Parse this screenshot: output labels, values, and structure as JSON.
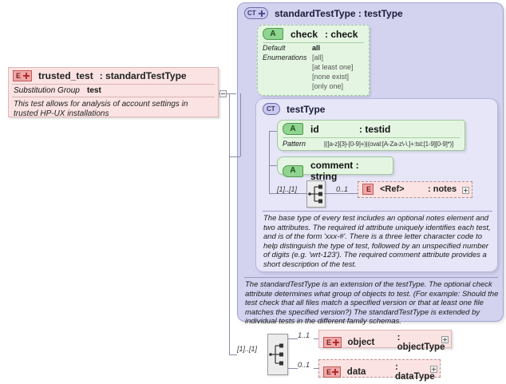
{
  "diagram": {
    "type": "xsd-schema-diagram",
    "root_element": {
      "icon": "element-plus-icon",
      "name": "trusted_test",
      "type": ": standardTestType",
      "rows": [
        {
          "label": "Substitution Group",
          "value": "test"
        }
      ],
      "description": "This test allows for analysis of account settings in trusted HP-UX installations"
    },
    "complex_type": {
      "icon": "complextype-plus-icon",
      "title": "standardTestType : testType",
      "attribute_check": {
        "icon": "attribute-icon",
        "name": "check",
        "type": ": check",
        "default_label": "Default",
        "default_value": "all",
        "enumerations_label": "Enumerations",
        "enumerations": [
          "[all]",
          "[at least one]",
          "[none exist]",
          "[only one]"
        ]
      },
      "inner_type": {
        "icon": "complextype-icon",
        "title": "testType",
        "attribute_id": {
          "icon": "attribute-icon",
          "name": "id",
          "type": ": testid",
          "pattern_label": "Pattern",
          "pattern_value": "[([a-z]{3}-[0-9]+)|(oval:[A-Za-z\\-\\.]+:tst:[1-9][0-9]*)]"
        },
        "attribute_comment": {
          "icon": "attribute-icon",
          "name": "comment : string"
        },
        "sequence": {
          "icon": "sequence-icon",
          "occurrence": "[1]..[1]"
        },
        "notes_element": {
          "icon": "element-icon",
          "occurrence": "0..1",
          "name": "<Ref>",
          "type": ": notes",
          "expand": "+"
        },
        "description": "The base type of every test includes an optional notes element and two attributes.  The required id attribute uniquely identifies each test, and is of the form 'xxx-#'.  There is a three letter character code to help distinguish the type of test, followed by an unspecified number of digits (e.g. 'wrt-123').  The required comment attribute provides a short description of the test."
      },
      "description": "The standardTestType is an extension of the testType.  The optional check attribute determines what group of objects to test.  (For example: Should the test check that all files match a specified version or that at least one file matches the specified version?)  The standardTestType is extended by individual tests in the different family schemas."
    },
    "bottom_sequence": {
      "icon": "sequence-icon",
      "occurrence": "[1]..[1]",
      "children": [
        {
          "icon": "element-plus-icon",
          "occurrence": "1..1",
          "name": "object",
          "type": ": objectType",
          "expand": "+",
          "style": "solid"
        },
        {
          "icon": "element-plus-icon",
          "occurrence": "0..1",
          "name": "data",
          "type": ": dataType",
          "expand": "+",
          "style": "dashed"
        }
      ]
    },
    "collapse_toggle": {
      "icon": "collapse-minus-icon",
      "state": "-"
    },
    "colors": {
      "element_fill": "#fbe3e3",
      "element_border": "#e0b6b6",
      "attribute_fill": "#e4f6e2",
      "attribute_border": "#9ec79a",
      "complextype_outer_fill": "#d3d3f0",
      "complextype_inner_fill": "#e6e6f8",
      "connector": "#8a8aa8",
      "element_icon": "#f0a7a7",
      "complextype_icon": "#c9c9ee",
      "attribute_icon": "#8fd48f"
    }
  }
}
